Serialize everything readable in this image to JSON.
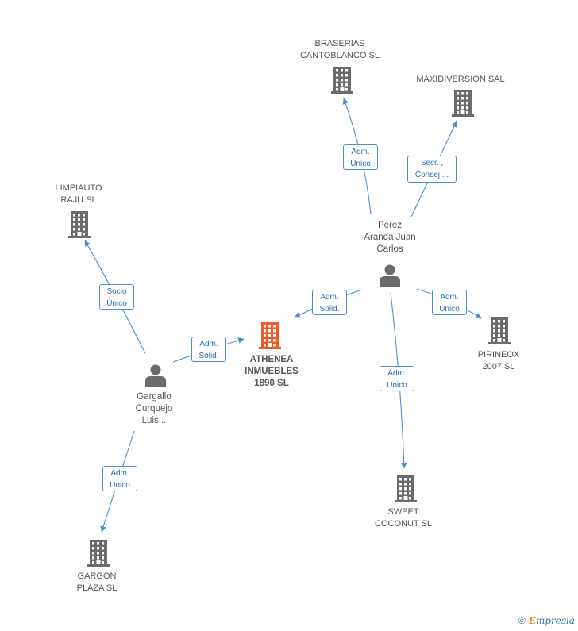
{
  "nodes": {
    "athenea": {
      "label": "ATHENEA\nINMUEBLES\n1890 SL",
      "kind": "company",
      "main": true
    },
    "braserias": {
      "label": "BRASERIAS\nCANTOBLANCO SL",
      "kind": "company"
    },
    "maxidiversion": {
      "label": "MAXIDIVERSION SAL",
      "kind": "company"
    },
    "limpiauto": {
      "label": "LIMPIAUTO\nRAJU SL",
      "kind": "company"
    },
    "pirineox": {
      "label": "PIRINEOX\n2007 SL",
      "kind": "company"
    },
    "sweet": {
      "label": "SWEET\nCOCONUT SL",
      "kind": "company"
    },
    "gargon": {
      "label": "GARGON\nPLAZA SL",
      "kind": "company"
    },
    "perez": {
      "label": "Perez\nAranda Juan\nCarlos",
      "kind": "person"
    },
    "gargallo": {
      "label": "Gargallo\nCurquejo\nLuis...",
      "kind": "person"
    }
  },
  "edges": [
    {
      "label": "Adm.\nUnico",
      "from": "perez",
      "to": "braserias"
    },
    {
      "label": "Secr. ,\nConsej....",
      "from": "perez",
      "to": "maxidiversion"
    },
    {
      "label": "Adm.\nSolid.",
      "from": "perez",
      "to": "athenea"
    },
    {
      "label": "Adm.\nUnico",
      "from": "perez",
      "to": "pirineox"
    },
    {
      "label": "Adm.\nUnico",
      "from": "perez",
      "to": "sweet"
    },
    {
      "label": "Socio\nÚnico",
      "from": "gargallo",
      "to": "limpiauto"
    },
    {
      "label": "Adm.\nSolid.",
      "from": "gargallo",
      "to": "athenea"
    },
    {
      "label": "Adm.\nUnico",
      "from": "gargallo",
      "to": "gargon"
    }
  ],
  "colors": {
    "edge": "#4a90d9",
    "company_icon": "#6b6b6b",
    "main_icon": "#f05a28",
    "person_icon": "#6b6b6b"
  },
  "footer": {
    "copyright": "©",
    "brand_initial": "E",
    "brand_rest": "mpresia"
  }
}
